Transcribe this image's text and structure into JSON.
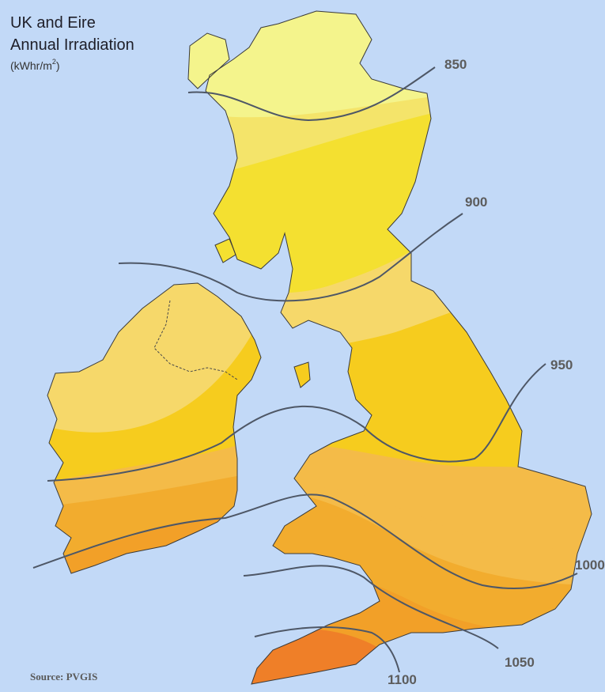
{
  "title": {
    "line1": "UK and Eire",
    "line2": "Annual Irradiation",
    "unit_main": "(kWhr/m",
    "unit_sup": "2",
    "unit_close": ")"
  },
  "contours": [
    {
      "label": "850"
    },
    {
      "label": "900"
    },
    {
      "label": "950"
    },
    {
      "label": "1000"
    },
    {
      "label": "1050"
    },
    {
      "label": "1100"
    }
  ],
  "source": "Source: PVGIS",
  "colors": {
    "sea": "#c2d9f7",
    "band_850": "#f4f48c",
    "band_875": "#f4e46a",
    "band_900": "#f4e030",
    "band_925": "#f6d86a",
    "band_950": "#f6cc1e",
    "band_975": "#f4bb48",
    "band_1000": "#f2ac2e",
    "band_1050": "#f2a028",
    "band_1100": "#ef7f28",
    "contour_line": "#4e5766",
    "coast": "#3a3a3a"
  }
}
